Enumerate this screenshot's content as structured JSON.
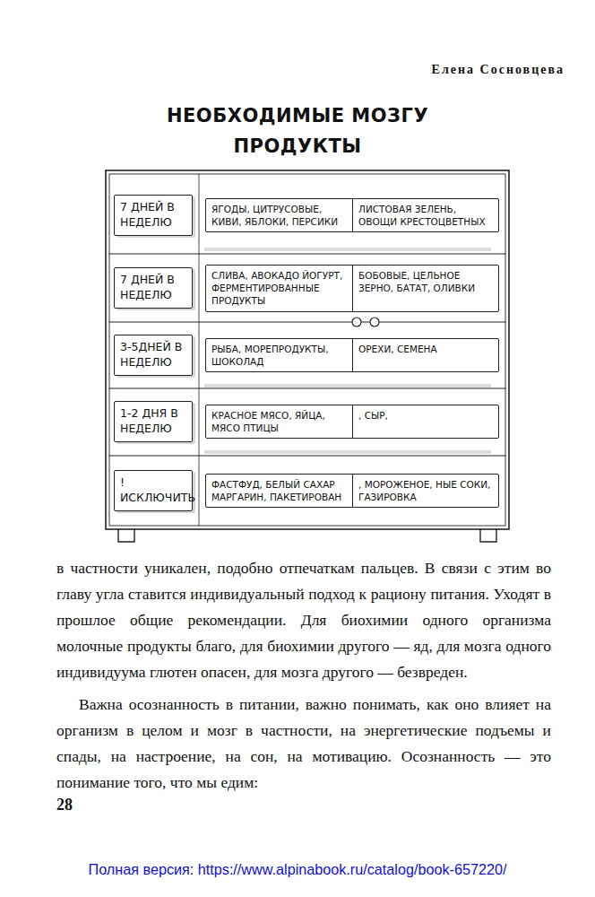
{
  "diagram": {
    "title": "НЕОБХОДИМЫЕ МОЗГУ ПРОДУКТЫ",
    "nodes": [
      {
        "text": [
          "7 ДНЕЙ В НЕДЕЛЮ"
        ]
      },
      {
        "text": [
          "ЯГОДЫ, ЦИТРУСОВЫЕ, КИВИ, ЯБЛОКИ, ПЕРСИКИ",
          "ЛИСТОВАЯ ЗЕЛЕНЬ, ОВОЩИ КРЕСТОЦВЕТНЫХ"
        ]
      },
      {
        "text": [
          "7 ДНЕЙ В НЕДЕЛЮ"
        ]
      },
      {
        "text": [
          "СЛИВА, АВОКАДО ЙОГУРТ, ФЕРМЕНТИРОВАННЫЕ ПРОДУКТЫ",
          "БОБОВЫЕ, ЦЕЛЬНОЕ ЗЕРНО, БАТАТ, ОЛИВКИ"
        ]
      },
      {
        "text": [
          "3-5ДНЕЙ В НЕДЕЛЮ"
        ]
      },
      {
        "text": [
          "РЫБА, МОРЕПРОДУКТЫ, ШОКОЛАД",
          "ОРЕХИ, СЕМЕНА"
        ]
      },
      {
        "text": [
          "1-2 ДНЯ В НЕДЕЛЮ"
        ]
      },
      {
        "text": [
          "КРАСНОЕ МЯСО, ЯЙЦА, МЯСО ПТИЦЫ",
          ", СЫР,"
        ]
      },
      {
        "text": [
          "!ИСКЛЮЧИТЬ"
        ]
      },
      {
        "text": [
          "ФАСТФУД, БЕЛЫЙ САХАР МАРГАРИН, ПАКЕТИРОВАН",
          ", МОРОЖЕНОЕ, НЫЕ СОКИ, ГАЗИРОВКА"
        ]
      }
    ],
    "labels": [
      "Елена Сосновцева",
      "в частности уникален, подобно отпечаткам пальцев. В связи с этим во главу угла ставится индивидуальный подход к рациону питания. Уходят в прошлое общие рекомендации. Для биохимии одного организма молочные продукты благо, для биохимии другого — яд, для мозга одного индивидуума глютен опасен, для мозга другого — безвреден.",
      "Важна осознанность в питании, важно понимать, как оно влияет на организм в целом и мозг в частности, на энергетические подъемы и спады, на настроение, на сон, на мотивацию. Осознанность — это понимание того, что мы едим:",
      "28",
      "Полная версия: https://www.alpinabook.ru/catalog/book-657220/"
    ]
  }
}
